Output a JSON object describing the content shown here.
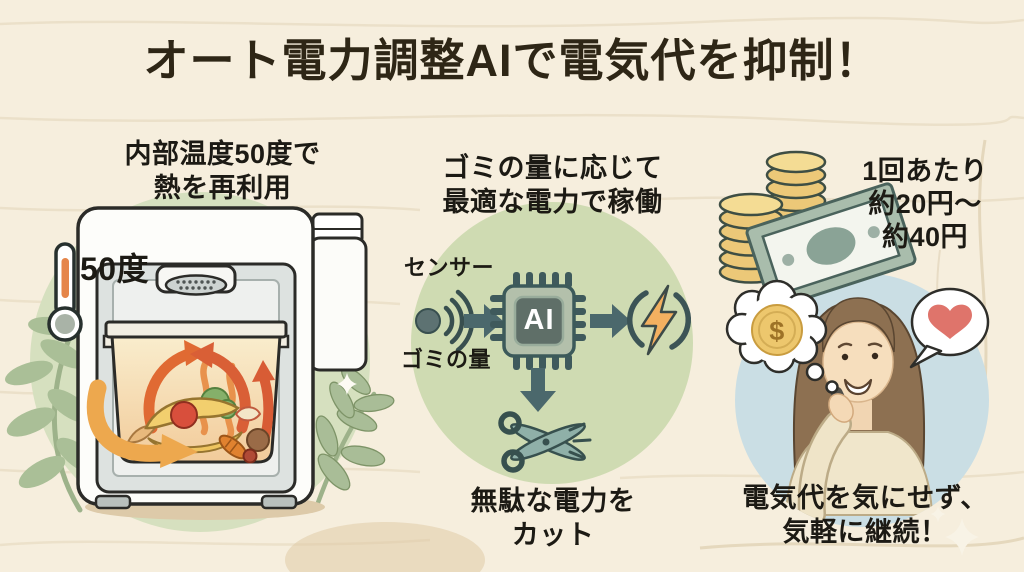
{
  "title": "オート電力調整AIで電気代を抑制！",
  "sections": {
    "heat_reuse": {
      "heading": "内部温度50度で\n熱を再利用",
      "temperature_label": "50度"
    },
    "ai_power": {
      "heading": "ゴミの量に応じて\n最適な電力で稼働",
      "sensor_label": "センサー",
      "waste_amount_label": "ゴミの量",
      "chip_label": "AI",
      "caption": "無駄な電力を\nカット"
    },
    "cost": {
      "price_text": "1回あたり\n約20円〜\n約40円",
      "coin_symbol": "$",
      "caption": "電気代を気にせず、\n気軽に継続！"
    }
  },
  "icons": {
    "thermometer": "thermometer-icon",
    "sensor": "sensor-waves-icon",
    "ai_chip": "ai-cpu-chip-icon",
    "power": "lightning-bolt-icon",
    "cut": "scissors-icon",
    "money": "coin-stack-and-banknote-icon",
    "thought": "dollar-coin-thought-bubble-icon",
    "love": "heart-speech-bubble-icon",
    "sparkle": "four-point-sparkle-icon"
  },
  "colors": {
    "background": "#f6eedd",
    "wood_grain": "#e6d9c0",
    "title_text": "#2e2616",
    "body_text": "#1c1a14",
    "left_circle": "#d6e0bf",
    "middle_circle": "#cfdbb2",
    "right_circle": "#cadee4",
    "slate_teal": "#40605f",
    "heat_orange": "#e06a33",
    "gold_coin": "#ecc878",
    "heart_red": "#df746b"
  }
}
